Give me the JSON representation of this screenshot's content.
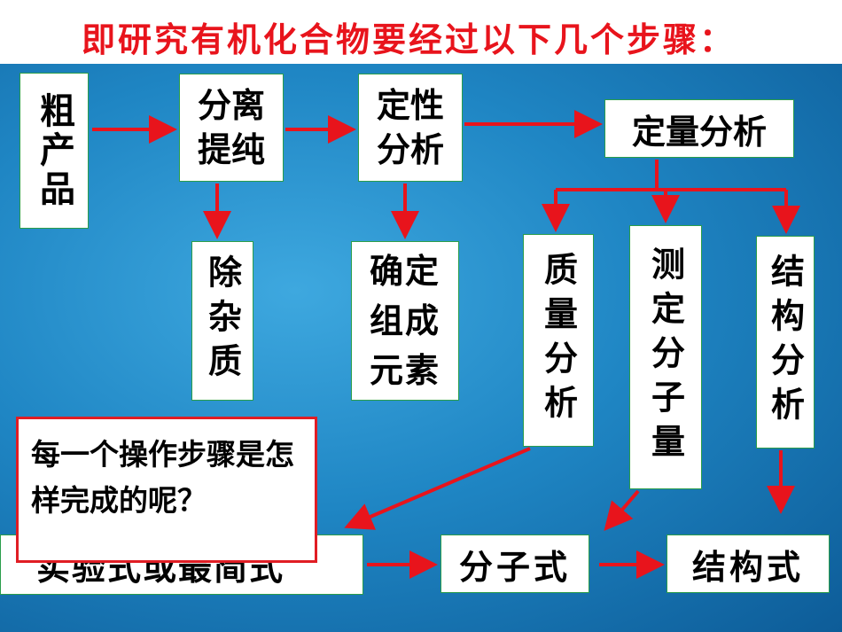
{
  "title": "即研究有机化合物要经过以下几个步骤：",
  "boxes": {
    "crude": "粗产品",
    "separate": "分离提纯",
    "qualitative": "定性分析",
    "quantitative": "定量分析",
    "remove_impurity": "除杂质",
    "determine_elements": "确定组成元素",
    "mass_analysis": "质量分析",
    "molecular_mass": "测定分子量",
    "structure_analysis": "结构分析",
    "empirical_formula": "实验式或最简式",
    "molecular_formula": "分子式",
    "structural_formula": "结构式"
  },
  "note": "每一个操作步骤是怎样完成的呢？",
  "colors": {
    "arrow": "#e8141c",
    "title": "#e8141c",
    "box_border": "#2a9d4a"
  }
}
